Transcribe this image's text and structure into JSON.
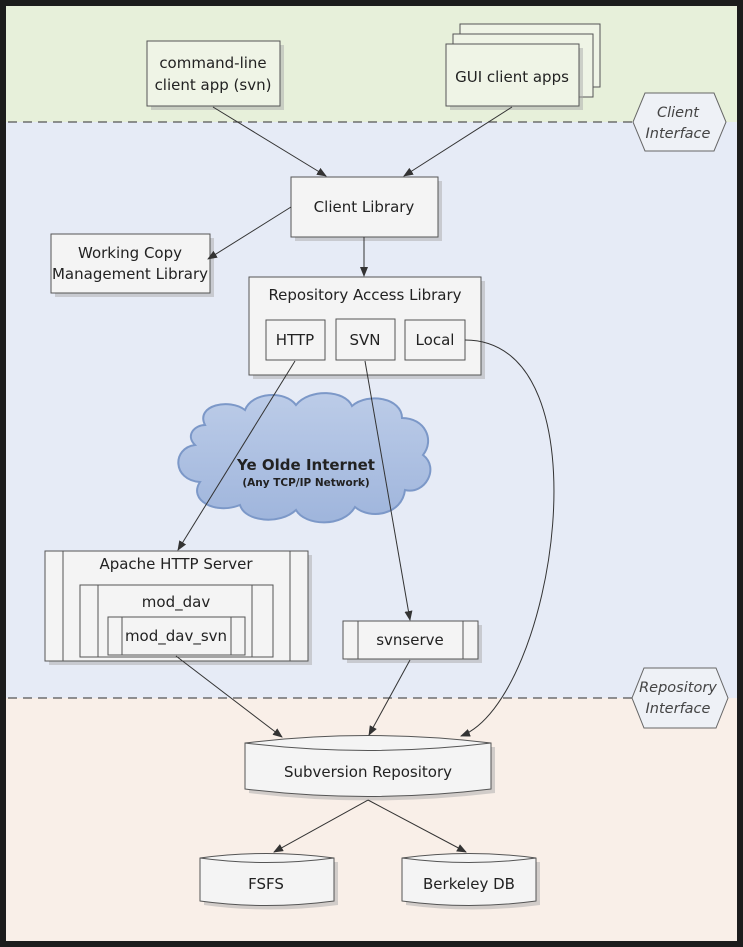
{
  "zones": {
    "client_interface": [
      "Client",
      "Interface"
    ],
    "repository_interface": [
      "Repository",
      "Interface"
    ]
  },
  "nodes": {
    "cmdline": [
      "command-line",
      "client app (svn)"
    ],
    "gui": "GUI client apps",
    "client_library": "Client Library",
    "working_copy": [
      "Working Copy",
      "Management Library"
    ],
    "ra_library": "Repository Access Library",
    "http": "HTTP",
    "svn": "SVN",
    "local": "Local",
    "internet_title": "Ye Olde Internet",
    "internet_sub": "(Any TCP/IP Network)",
    "apache": "Apache HTTP Server",
    "mod_dav": "mod_dav",
    "mod_dav_svn": "mod_dav_svn",
    "svnserve": "svnserve",
    "repository": "Subversion Repository",
    "fsfs": "FSFS",
    "bdb": "Berkeley DB"
  },
  "colors": {
    "frame": "#1c1c1c",
    "client_zone": "#e7f0da",
    "middle_zone": "#e6ebf6",
    "repo_zone": "#f9efe8",
    "box_fill": "#f4f4f4",
    "box_green": "#eff4e6",
    "box_stroke": "#555555",
    "cloud_fill": "#a9bee0",
    "cloud_stroke": "#7c98c8",
    "arrow": "#333333"
  }
}
